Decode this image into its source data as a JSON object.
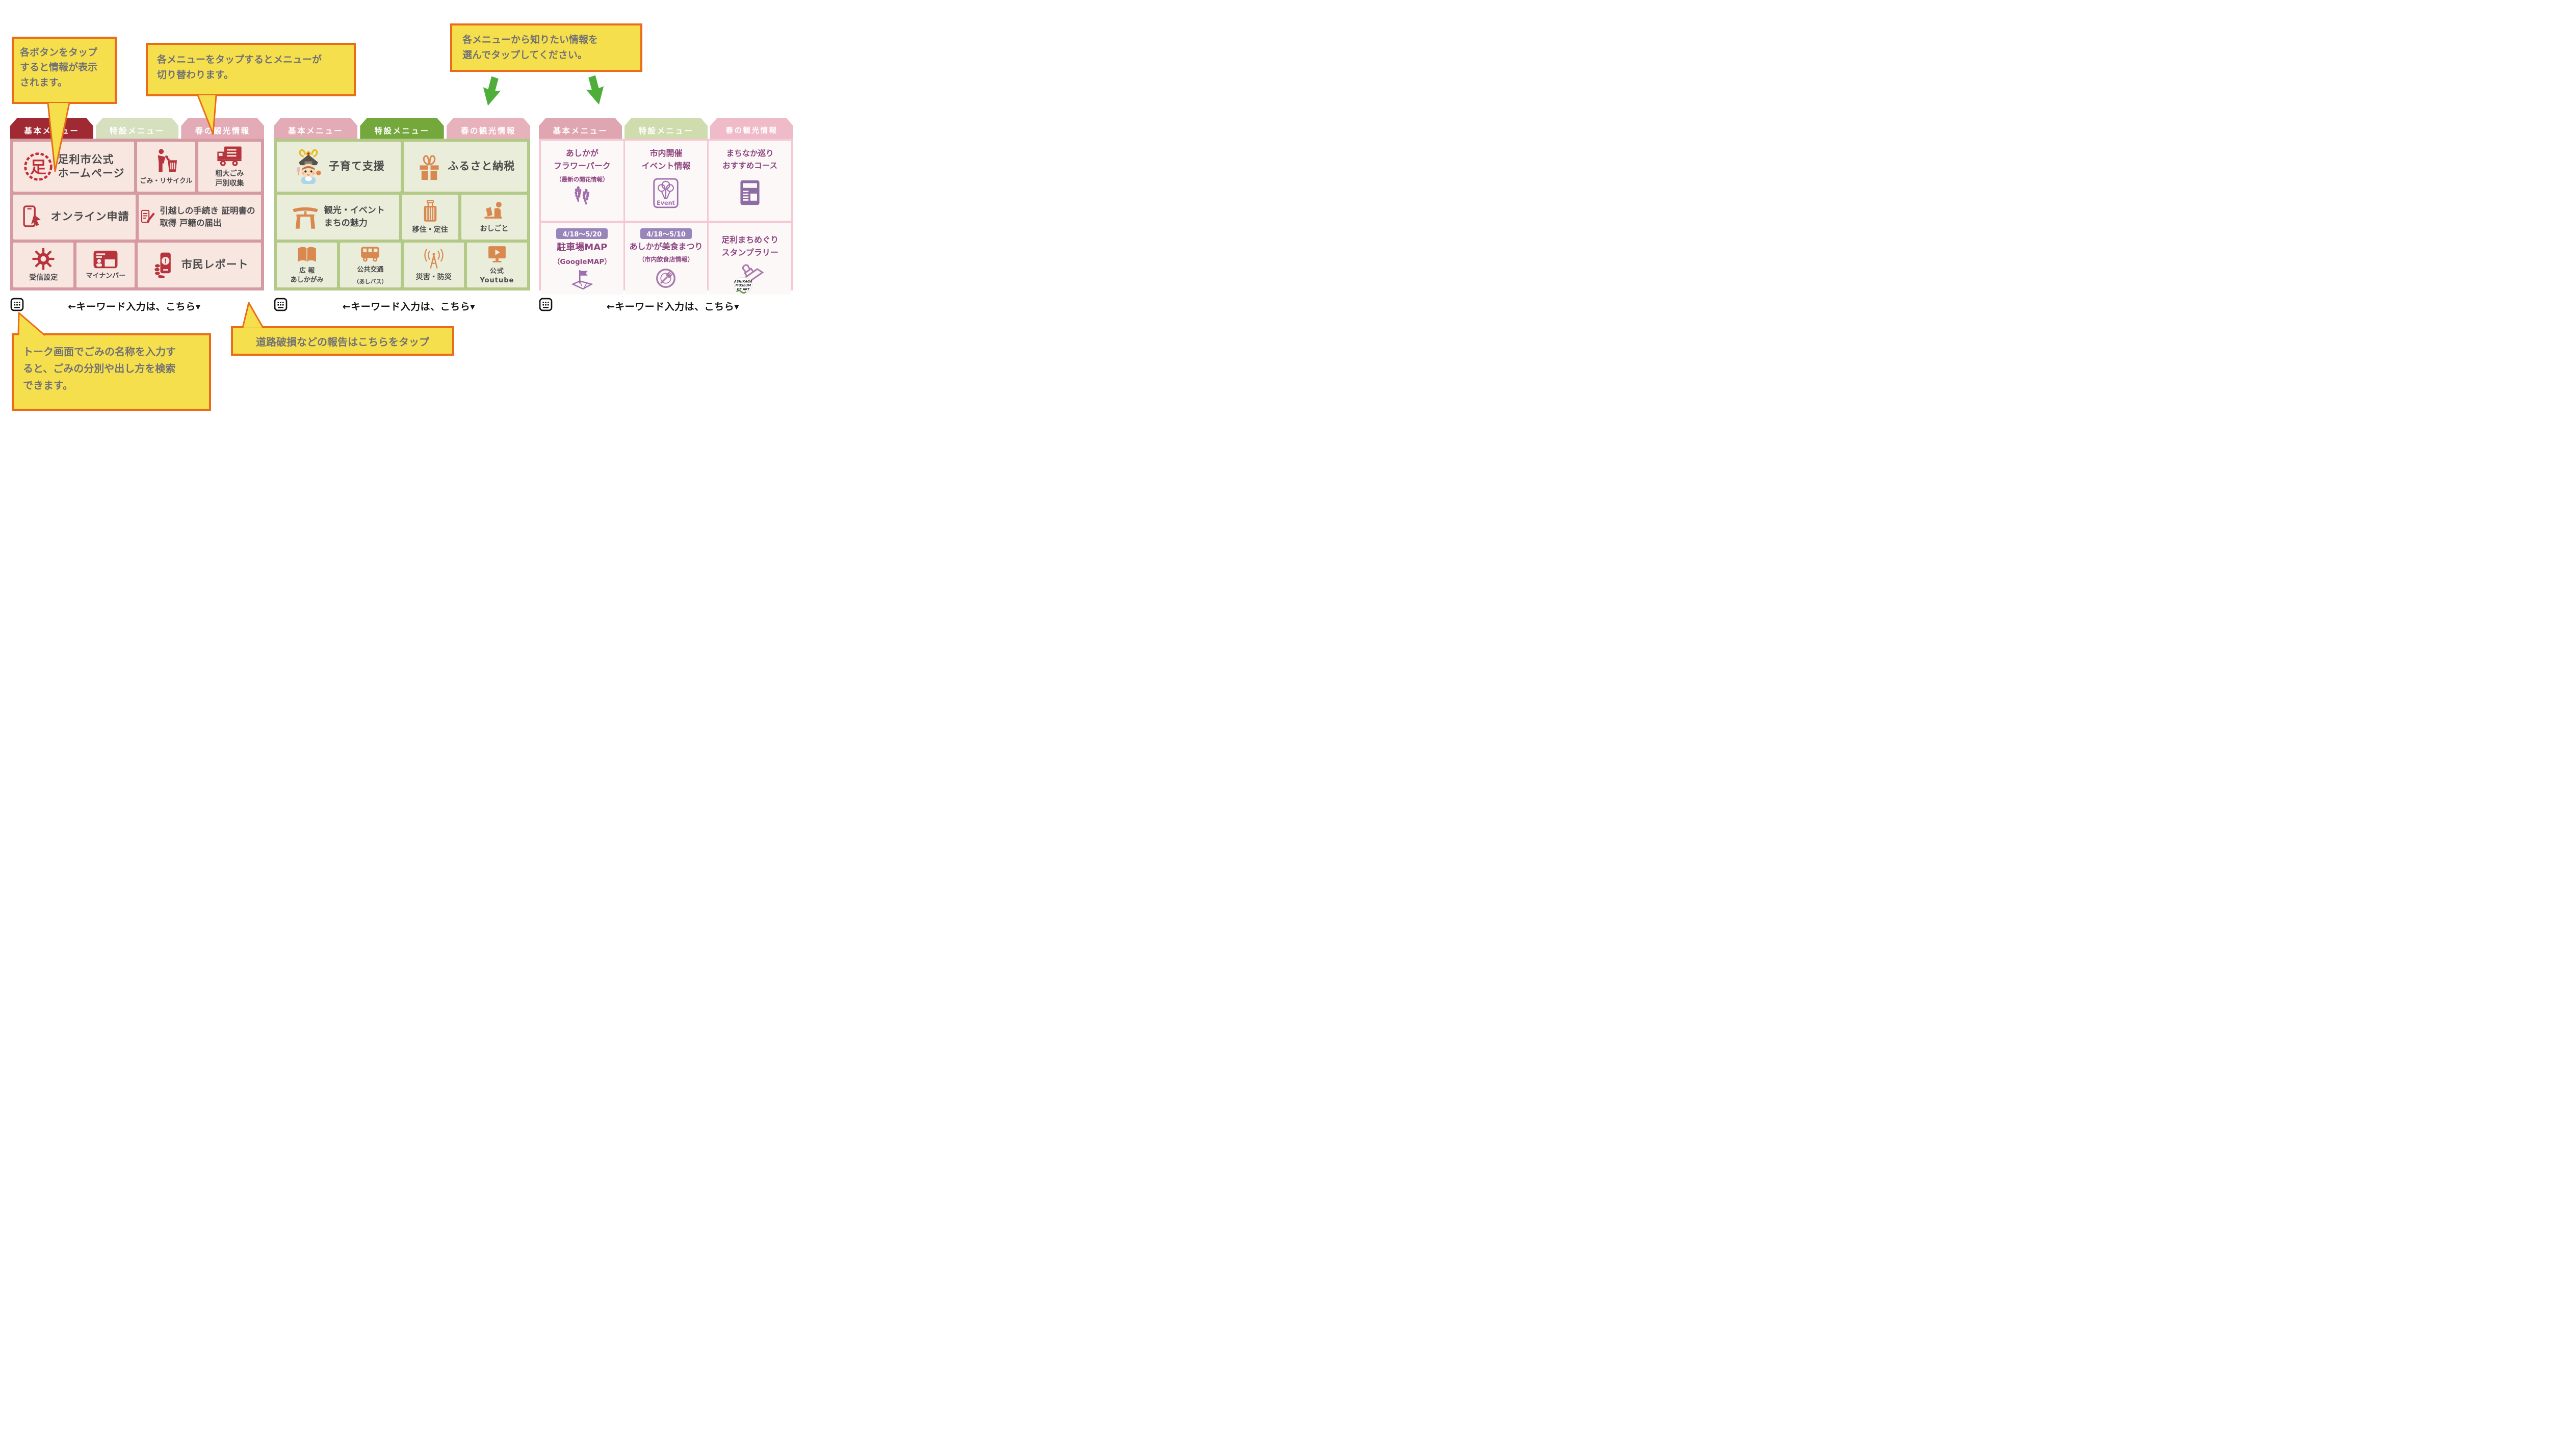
{
  "callouts": {
    "tap_button": "各ボタンをタップ\nすると情報が表示\nされます。",
    "menu_switch": "各メニューをタップするとメニューが\n切り替わります。",
    "choose_info": "各メニューから知りたい情報を\n選んでタップしてください。",
    "road_damage": "道路破損などの報告はこちらをタップ",
    "garbage_search": "トーク画面でごみの名称を入力す\nると、ごみの分別や出し方を検索\nできます。"
  },
  "keyword_hint": "←キーワード入力は、こちら▾",
  "panels": [
    {
      "tabs": [
        {
          "label": "基本メニュー",
          "active": true
        },
        {
          "label": "特設メニュー",
          "active": false
        },
        {
          "label": "春の観光情報",
          "active": false
        }
      ],
      "buttons": [
        {
          "label": "足利市公式\nホームページ",
          "icon": "city-emblem-icon",
          "emblem_char": "足"
        },
        {
          "label": "ごみ・リサイクル",
          "icon": "trash-recycle-icon"
        },
        {
          "label": "粗大ごみ\n戸別収集",
          "icon": "garbage-truck-icon"
        },
        {
          "label": "オンライン申請",
          "icon": "online-tap-icon"
        },
        {
          "label": "引越しの手続き\n証明書の取得\n戸籍の届出",
          "icon": "document-pencil-icon"
        },
        {
          "label": "受信設定",
          "icon": "settings-gear-icon"
        },
        {
          "label": "マイナンバー",
          "icon": "id-card-icon"
        },
        {
          "label": "市民レポート",
          "icon": "report-phone-icon",
          "icon_mark": "!"
        }
      ]
    },
    {
      "tabs": [
        {
          "label": "基本メニュー",
          "active": false
        },
        {
          "label": "特設メニュー",
          "active": true
        },
        {
          "label": "春の観光情報",
          "active": false
        }
      ],
      "buttons": [
        {
          "label": "子育て支援",
          "icon": "mascot-icon"
        },
        {
          "label": "ふるさと納税",
          "icon": "gift-icon"
        },
        {
          "label": "観光・イベント\nまちの魅力",
          "icon": "torii-icon"
        },
        {
          "label": "移住・定住",
          "icon": "suitcase-icon"
        },
        {
          "label": "おしごと",
          "icon": "work-laptop-icon"
        },
        {
          "label": "広 報\nあしかがみ",
          "icon": "open-book-icon"
        },
        {
          "label": "公共交通",
          "sub": "（あしバス）",
          "icon": "bus-icon"
        },
        {
          "label": "災害・防災",
          "icon": "broadcast-tower-icon"
        },
        {
          "label": "公式\nYoutube",
          "icon": "youtube-monitor-icon"
        }
      ]
    },
    {
      "tabs": [
        {
          "label": "基本メニュー",
          "active": false
        },
        {
          "label": "特設メニュー",
          "active": false
        },
        {
          "label": "春の観光情報",
          "active": true
        }
      ],
      "cells": [
        {
          "title": "あしかが\nフラワーパーク",
          "sub": "（最新の開花情報）",
          "icon": "wisteria-icon"
        },
        {
          "title": "市内開催\nイベント情報",
          "icon": "event-balloons-icon",
          "icon_text": "Event"
        },
        {
          "title": "まちなか巡り\nおすすめコース",
          "icon": "news-page-icon"
        },
        {
          "badge": "4/18～5/20",
          "title": "駐車場MAP",
          "sub": "（GoogleMAP）",
          "icon": "map-flag-icon"
        },
        {
          "badge": "4/18～5/10",
          "title": "あしかが美食まつり",
          "sub": "（市内飲食店情報）",
          "icon": "dish-fork-icon"
        },
        {
          "title": "足利まちめぐり\nスタンプラリー",
          "icon": "stamp-icon",
          "logo_lines": [
            "ASHIKAGA",
            "MUSEUM",
            "OF ART"
          ]
        }
      ]
    }
  ],
  "colors": {
    "callout_bg": "#f6df4c",
    "callout_border": "#ea6c18",
    "callout_text": "#717175",
    "active_tab_red": "#a02a33",
    "active_tab_green": "#74a73c",
    "active_tab_pink": "#f0bbc8",
    "inactive_tab_pink": "#e3abb6",
    "inactive_tab_green": "#d6e0bf",
    "panel1_frame": "#d69aa2",
    "panel1_button_bg": "#f8e6e1",
    "panel1_icon": "#b6343c",
    "panel2_frame": "#b3c987",
    "panel2_button_bg": "#e9edda",
    "panel2_icon": "#d9884f",
    "panel3_frame": "#f4c9d4",
    "panel3_cell_bg": "#fcf8f8",
    "panel3_text": "#8d4680",
    "panel3_icon": "#9d6fae",
    "badge_bg": "#9885ba",
    "arrow_green": "#4fae3a"
  }
}
